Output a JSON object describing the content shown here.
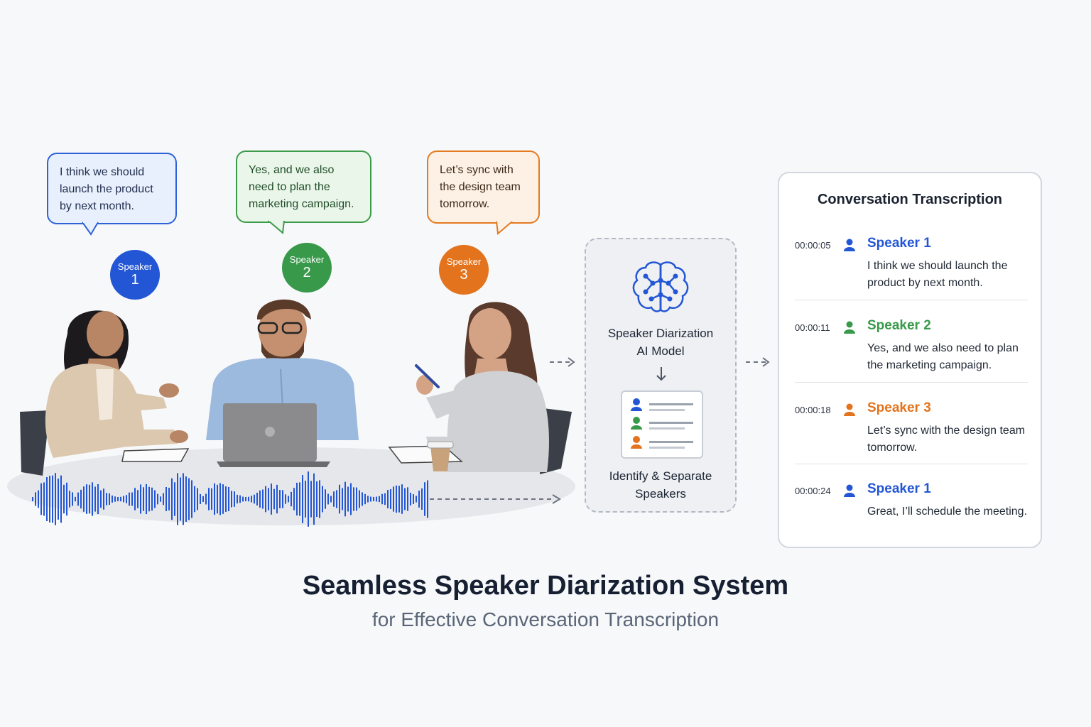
{
  "bubbles": [
    {
      "text": "I think we should launch the product by next month."
    },
    {
      "text": "Yes, and we also need to plan the marketing campaign."
    },
    {
      "text": "Let’s sync with the design team tomorrow."
    }
  ],
  "badges": [
    {
      "label": "Speaker",
      "number": "1",
      "color": "#2356d4"
    },
    {
      "label": "Speaker",
      "number": "2",
      "color": "#38994a"
    },
    {
      "label": "Speaker",
      "number": "3",
      "color": "#e3731c"
    }
  ],
  "model": {
    "title_line1": "Speaker Diarization",
    "title_line2": "AI Model",
    "sub_line1": "Identify & Separate",
    "sub_line2": "Speakers",
    "icon": "brain-network-icon"
  },
  "transcript": {
    "title": "Conversation Transcription",
    "entries": [
      {
        "time": "00:00:05",
        "speaker": "Speaker 1",
        "color": "#2356d4",
        "text": "I think we should launch the product by next month."
      },
      {
        "time": "00:00:11",
        "speaker": "Speaker 2",
        "color": "#38994a",
        "text": "Yes, and we also need to plan the marketing campaign."
      },
      {
        "time": "00:00:18",
        "speaker": "Speaker 3",
        "color": "#e3731c",
        "text": "Let’s sync with the design team tomorrow."
      },
      {
        "time": "00:00:24",
        "speaker": "Speaker 1",
        "color": "#2356d4",
        "text": "Great, I’ll schedule the meeting."
      }
    ]
  },
  "footer": {
    "title": "Seamless Speaker Diarization System",
    "subtitle": "for Effective Conversation Transcription"
  },
  "colors": {
    "speaker1": "#2356d4",
    "speaker2": "#38994a",
    "speaker3": "#e3731c",
    "waveform": "#2356d4"
  }
}
